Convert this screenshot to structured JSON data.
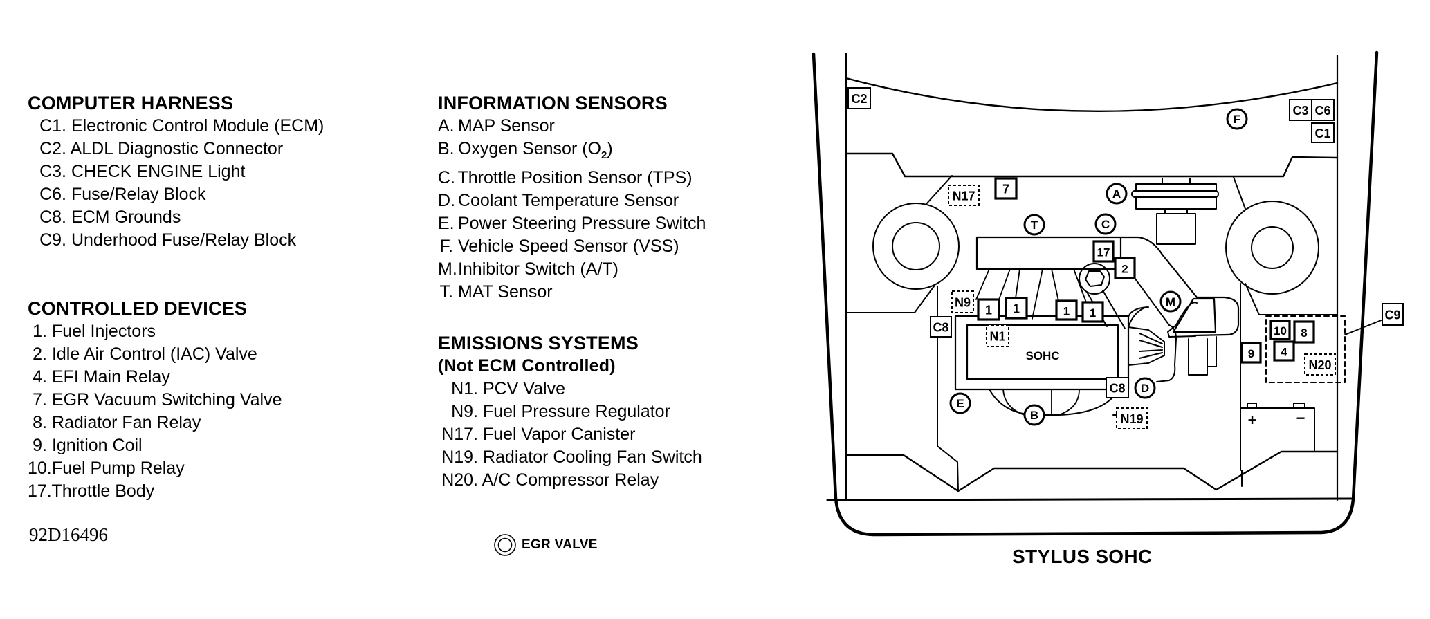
{
  "legend": {
    "computer_harness": {
      "title": "COMPUTER HARNESS",
      "items": [
        {
          "code": "C1.",
          "label": "Electronic Control Module (ECM)"
        },
        {
          "code": "C2.",
          "label": "ALDL Diagnostic Connector"
        },
        {
          "code": "C3.",
          "label": "CHECK ENGINE Light"
        },
        {
          "code": "C6.",
          "label": "Fuse/Relay Block"
        },
        {
          "code": "C8.",
          "label": "ECM Grounds"
        },
        {
          "code": "C9.",
          "label": "Underhood Fuse/Relay Block"
        }
      ]
    },
    "controlled_devices": {
      "title": "CONTROLLED DEVICES",
      "items": [
        {
          "code": "1.",
          "label": "Fuel Injectors"
        },
        {
          "code": "2.",
          "label": "Idle Air Control (IAC) Valve"
        },
        {
          "code": "4.",
          "label": "EFI Main Relay"
        },
        {
          "code": "7.",
          "label": "EGR Vacuum Switching Valve"
        },
        {
          "code": "8.",
          "label": "Radiator Fan Relay"
        },
        {
          "code": "9.",
          "label": "Ignition Coil"
        },
        {
          "code": "10.",
          "label": "Fuel Pump Relay"
        },
        {
          "code": "17.",
          "label": "Throttle Body"
        }
      ]
    },
    "information_sensors": {
      "title": "INFORMATION SENSORS",
      "items": [
        {
          "code": "A.",
          "label": "MAP Sensor"
        },
        {
          "code": "B.",
          "label": "Oxygen Sensor (O",
          "sub": "2",
          "suffix": ")"
        },
        {
          "code": "C.",
          "label": "Throttle Position Sensor (TPS)"
        },
        {
          "code": "D.",
          "label": "Coolant Temperature Sensor"
        },
        {
          "code": "E.",
          "label": "Power Steering Pressure Switch"
        },
        {
          "code": "F.",
          "label": "Vehicle Speed Sensor (VSS)"
        },
        {
          "code": "M.",
          "label": "Inhibitor Switch (A/T)"
        },
        {
          "code": "T.",
          "label": "MAT Sensor"
        }
      ]
    },
    "emissions_systems": {
      "title": "EMISSIONS SYSTEMS",
      "subtitle": "(Not ECM Controlled)",
      "items": [
        {
          "code": "N1.",
          "label": "PCV Valve"
        },
        {
          "code": "N9.",
          "label": "Fuel Pressure Regulator"
        },
        {
          "code": "N17.",
          "label": "Fuel Vapor Canister"
        },
        {
          "code": "N19.",
          "label": "Radiator Cooling Fan Switch"
        },
        {
          "code": "N20.",
          "label": "A/C Compressor Relay"
        }
      ]
    }
  },
  "figure_code": "92D16496",
  "egr_symbol_legend": {
    "icon": "double-circle-icon",
    "label": "EGR VALVE"
  },
  "diagram": {
    "caption": "STYLUS SOHC",
    "engine_label": "SOHC",
    "battery_terminals": {
      "positive": "+",
      "negative": "−"
    },
    "components": {
      "C2": "C2",
      "C3": "C3",
      "C6": "C6",
      "C1": "C1",
      "C8a": "C8",
      "C8b": "C8",
      "C9": "C9",
      "k7": "7",
      "k17": "17",
      "k2": "2",
      "k1a": "1",
      "k1b": "1",
      "k1c": "1",
      "k1d": "1",
      "k9": "9",
      "k10": "10",
      "k8": "8",
      "k4": "4",
      "N17": "N17",
      "N9": "N9",
      "N1": "N1",
      "N19": "N19",
      "N20": "N20",
      "A": "A",
      "B": "B",
      "C": "C",
      "D": "D",
      "E": "E",
      "F": "F",
      "M": "M",
      "T": "T"
    }
  }
}
